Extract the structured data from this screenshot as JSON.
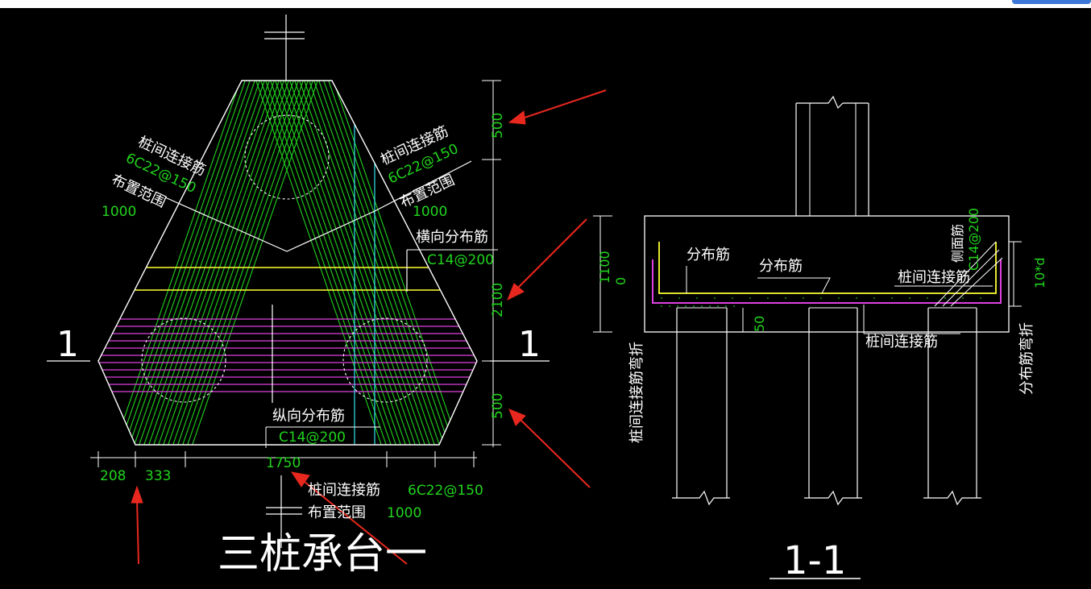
{
  "colors": {
    "background": "#000000",
    "outline": "#ffffff",
    "rebar_diag": "#21d41d",
    "rebar_h": "#e040e0",
    "yellow": "#ffff33",
    "cyan": "#33e6f0",
    "dim_text": "#21d41d",
    "arrow": "#e8281e"
  },
  "plan": {
    "title": "三桩承台一",
    "section_mark_left": "1",
    "section_mark_right": "1",
    "left_conn_label": "桩间连接筋",
    "left_conn_spec": "6C22@150",
    "left_range_label": "布置范围",
    "left_range_value": "1000",
    "right_conn_label": "桩间连接筋",
    "right_conn_spec": "6C22@150",
    "right_range_label": "布置范围",
    "right_range_value": "1000",
    "trans_label": "横向分布筋",
    "trans_spec": "C14@200",
    "long_label": "纵向分布筋",
    "long_spec": "C14@200",
    "bottom_conn_label": "桩间连接筋",
    "bottom_conn_spec": "6C22@150",
    "bottom_range_label": "布置范围",
    "bottom_range_value": "1000",
    "dim_top": "500",
    "dim_mid": "2100",
    "dim_bot": "500",
    "dim_208": "208",
    "dim_333": "333",
    "dim_1750": "1750"
  },
  "section": {
    "title": "1-1",
    "dim_height": "1100",
    "dim_height2": "0",
    "dim_50": "50",
    "dim_10d": "10*d",
    "label_dist1": "分布筋",
    "label_dist2": "分布筋",
    "label_side": "侧面筋",
    "label_side_spec": "C14@200",
    "label_conn1": "桩间连接筋",
    "label_conn2": "桩间连接筋",
    "label_conn_bend": "桩间连接筋弯折",
    "label_dist_bend": "分布筋弯折"
  }
}
